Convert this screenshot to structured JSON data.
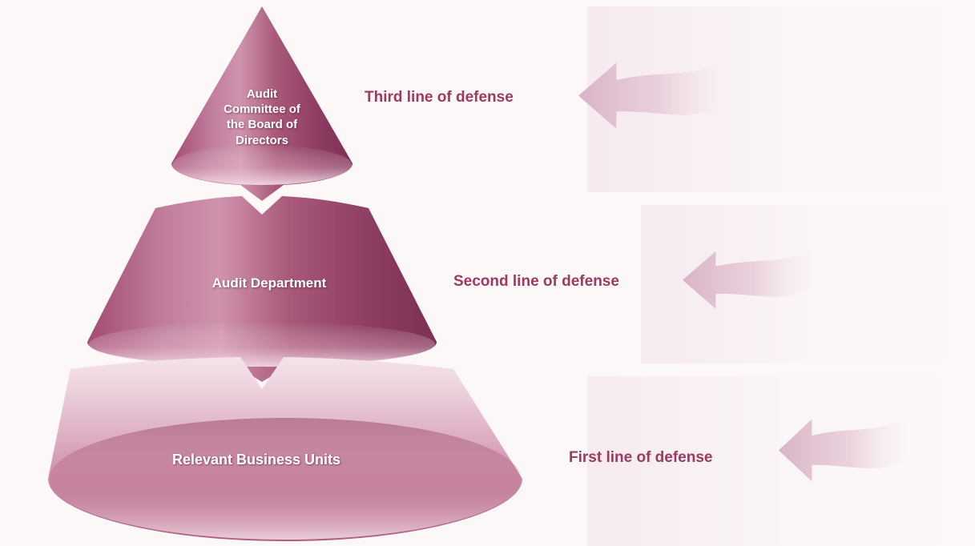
{
  "diagram": {
    "type": "three-tier-pyramid",
    "tiers": [
      {
        "id": "top",
        "name": "Audit Committee of the Board of Directors",
        "defense_line": "Third line of defense"
      },
      {
        "id": "middle",
        "name": "Audit Department",
        "defense_line": "Second line of defense"
      },
      {
        "id": "bottom",
        "name": "Relevant Business Units",
        "defense_line": "First line of defense"
      }
    ],
    "colors": {
      "pyramid_main": "#a24b71",
      "pyramid_dark": "#7d3054",
      "pyramid_highlight": "#cf93ad",
      "bottom_tier_light": "#f4e3ea",
      "tier_text": "#ffffff",
      "defense_label_text": "#9c3a60",
      "arrow_fill": "#dcb6c8",
      "background": "#fcf8f8"
    }
  }
}
